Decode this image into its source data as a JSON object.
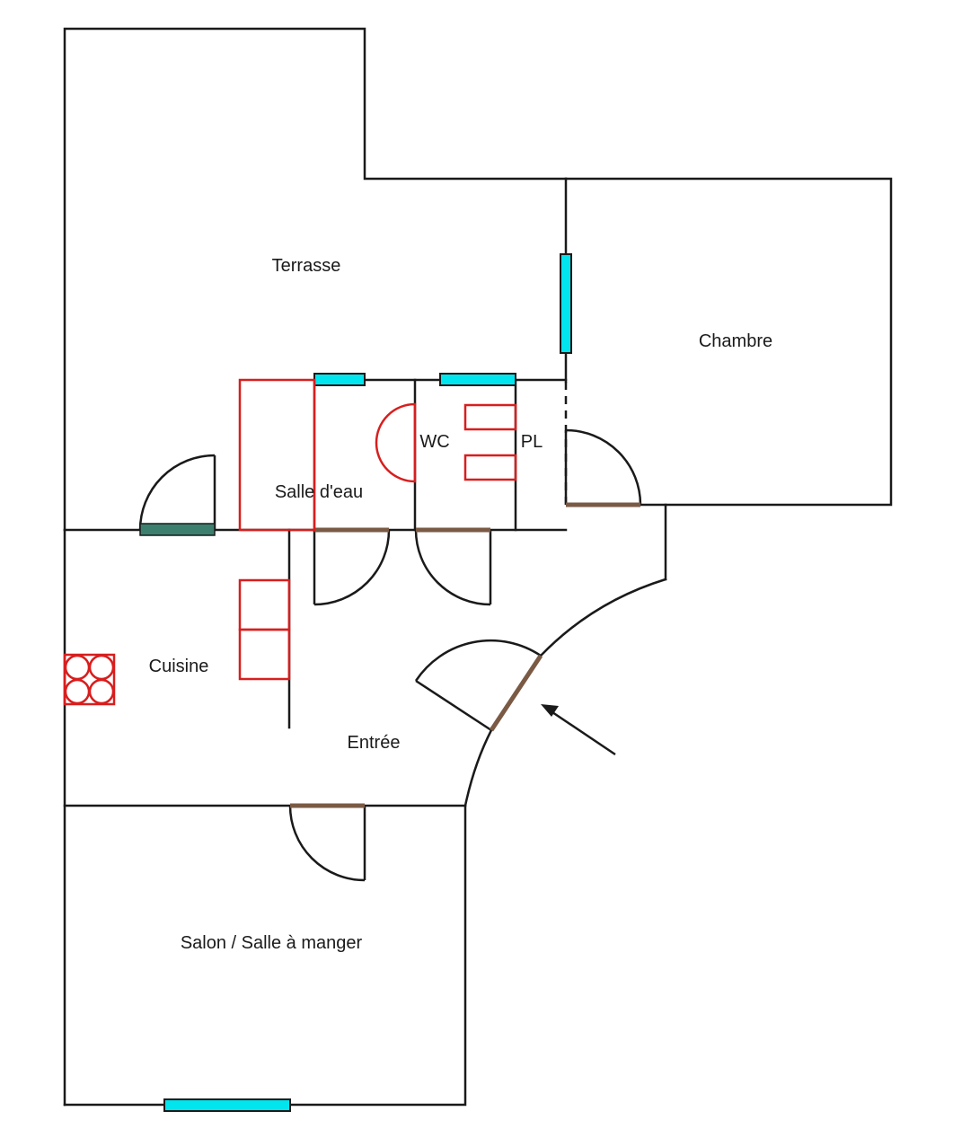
{
  "rooms": {
    "terrasse": "Terrasse",
    "chambre": "Chambre",
    "salle_eau": "Salle d'eau",
    "wc": "WC",
    "pl": "PL",
    "cuisine": "Cuisine",
    "entree": "Entrée",
    "salon": "Salon / Salle à manger"
  },
  "colors": {
    "wall": "#1a1a1a",
    "window": "#00e5ee",
    "door_threshold": "#7a5a44",
    "fixture": "#d81e1e",
    "terrace_door": "#3c7f6e"
  }
}
